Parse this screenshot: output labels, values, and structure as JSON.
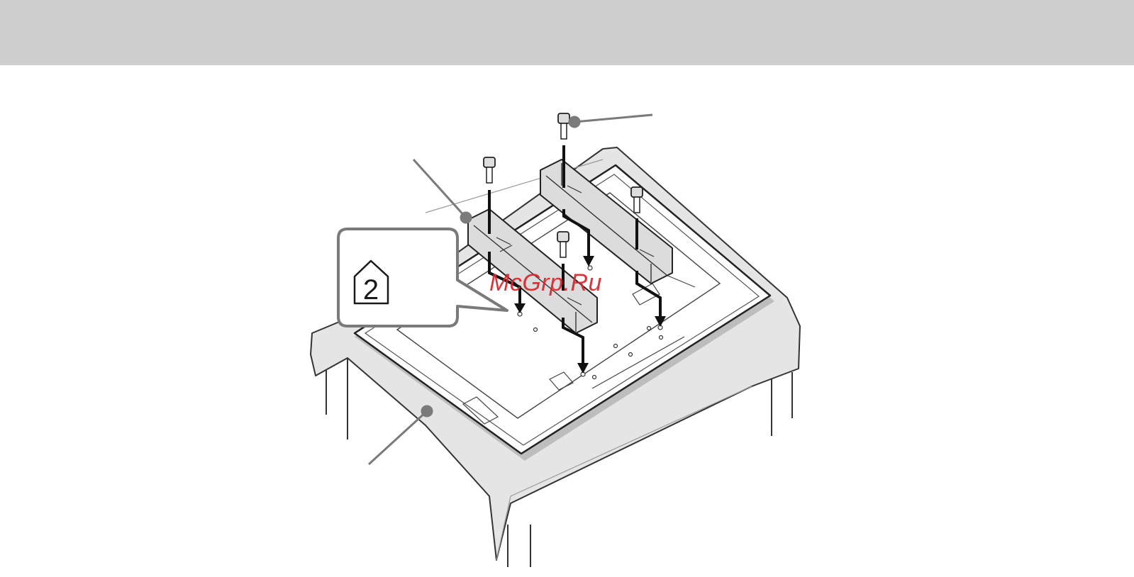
{
  "header": {
    "band_color": "#cfcfcf"
  },
  "step": {
    "number": "2"
  },
  "watermark": {
    "text": "McGrp.Ru",
    "color": "#d6262c"
  },
  "illustration": {
    "subject": "tv-on-table-with-wall-mount-brackets",
    "icons": [
      "screw-icon",
      "bracket-icon",
      "arrow-down-icon",
      "step-house-icon"
    ]
  }
}
